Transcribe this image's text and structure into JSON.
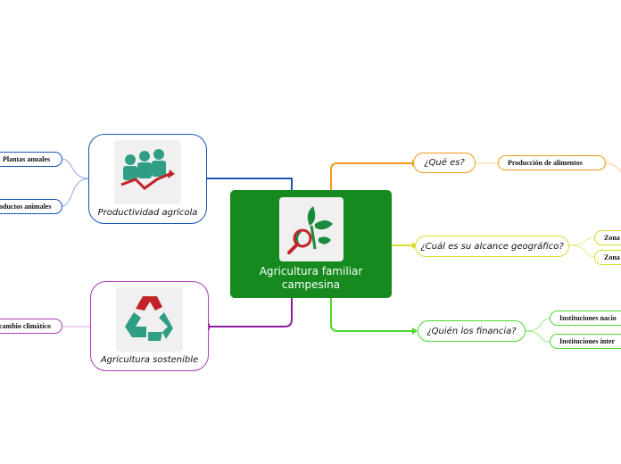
{
  "central": {
    "title": "Agricultura familiar campesina",
    "icon": "plant-search-icon"
  },
  "left_branches": [
    {
      "label": "Productividad agrícola",
      "icon": "growth-chart-people-icon",
      "color": "#1a56b8",
      "children": [
        "Plantas anuales",
        "...oductos animales"
      ]
    },
    {
      "label": "Agricultura sostenible",
      "icon": "recycle-icon",
      "color": "#b23ab8",
      "children": [
        "...cambio climático"
      ]
    }
  ],
  "right_branches": [
    {
      "label": "¿Qué es?",
      "color": "#f59a16",
      "children": [
        "Producción de alimentos"
      ]
    },
    {
      "label": "¿Cuál es su alcance geográfico?",
      "color": "#d9dc2c",
      "children": [
        "Zona",
        "Zona"
      ]
    },
    {
      "label": "¿Quién los financia?",
      "color": "#4fd82e",
      "children": [
        "Instituciones nacio",
        "Instituciones inter"
      ]
    }
  ],
  "colors": {
    "central_bg": "#168a1e",
    "icon_bg": "#f0f0f0"
  }
}
